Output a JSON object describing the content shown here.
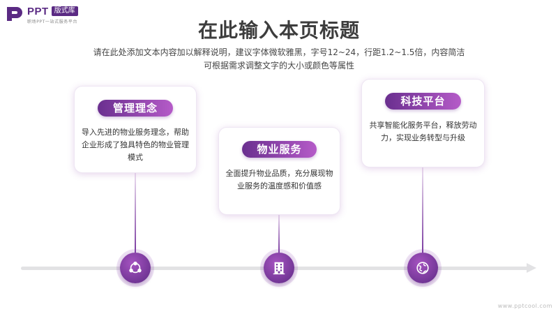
{
  "logo": {
    "brand": "PPT",
    "badge": "版式库",
    "tagline": "职场PPT一站式服务平台"
  },
  "title": "在此输入本页标题",
  "subtitle_line1": "请在此处添加文本内容加以解释说明，建议字体微软雅黑，字号12~24，行距1.2~1.5倍，内容简洁",
  "subtitle_line2": "可根据需求调整文字的大小或颜色等属性",
  "items": [
    {
      "title": "管理理念",
      "text": "导入先进的物业服务理念，帮助企业形成了独具特色的物业管理模式",
      "icon": "share-icon"
    },
    {
      "title": "物业服务",
      "text": "全面提升物业品质，充分展现物业服务的温度感和价值感",
      "icon": "building-icon"
    },
    {
      "title": "科技平台",
      "text": "共享智能化服务平台，释放劳动力，实现业务转型与升级",
      "icon": "globe-icon"
    }
  ],
  "watermark": "www.pptcool.com",
  "colors": {
    "accent_dark": "#5e2a85",
    "accent_light": "#b55bc8",
    "axis": "#e2e2e4"
  }
}
